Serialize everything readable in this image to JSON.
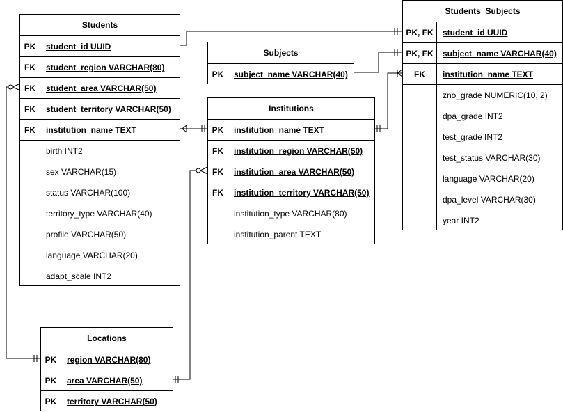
{
  "entities": {
    "students": {
      "title": "Students",
      "rows": [
        {
          "key": "PK",
          "field": "student_id UUID"
        },
        {
          "key": "FK",
          "field": "student_region VARCHAR(80)"
        },
        {
          "key": "FK",
          "field": "student_area VARCHAR(50)"
        },
        {
          "key": "FK",
          "field": "student_territory VARCHAR(50)"
        },
        {
          "key": "FK",
          "field": "institution_name TEXT"
        },
        {
          "key": "",
          "field": "birth INT2"
        },
        {
          "key": "",
          "field": "sex VARCHAR(15)"
        },
        {
          "key": "",
          "field": "status VARCHAR(100)"
        },
        {
          "key": "",
          "field": "territory_type VARCHAR(40)"
        },
        {
          "key": "",
          "field": "profile VARCHAR(50)"
        },
        {
          "key": "",
          "field": "language VARCHAR(20)"
        },
        {
          "key": "",
          "field": "adapt_scale INT2"
        }
      ]
    },
    "subjects": {
      "title": "Subjects",
      "rows": [
        {
          "key": "PK",
          "field": "subject_name VARCHAR(40)"
        }
      ]
    },
    "institutions": {
      "title": "Institutions",
      "rows": [
        {
          "key": "PK",
          "field": "institution_name TEXT"
        },
        {
          "key": "FK",
          "field": "institution_region VARCHAR(50)"
        },
        {
          "key": "FK",
          "field": "institution_area VARCHAR(50)"
        },
        {
          "key": "FK",
          "field": "institution_territory VARCHAR(50)"
        },
        {
          "key": "",
          "field": "institution_type VARCHAR(80)"
        },
        {
          "key": "",
          "field": "institution_parent TEXT"
        }
      ]
    },
    "students_subjects": {
      "title": "Students_Subjects",
      "rows": [
        {
          "key": "PK, FK",
          "field": "student_id UUID"
        },
        {
          "key": "PK, FK",
          "field": "subject_name VARCHAR(40)"
        },
        {
          "key": "FK",
          "field": "institution_name TEXT"
        },
        {
          "key": "",
          "field": "zno_grade NUMERIC(10, 2)"
        },
        {
          "key": "",
          "field": "dpa_grade INT2"
        },
        {
          "key": "",
          "field": "test_grade INT2"
        },
        {
          "key": "",
          "field": "test_status VARCHAR(30)"
        },
        {
          "key": "",
          "field": "language VARCHAR(20)"
        },
        {
          "key": "",
          "field": "dpa_level VARCHAR(30)"
        },
        {
          "key": "",
          "field": "year INT2"
        }
      ]
    },
    "locations": {
      "title": "Locations",
      "rows": [
        {
          "key": "PK",
          "field": "region VARCHAR(80)"
        },
        {
          "key": "PK",
          "field": "area VARCHAR(50)"
        },
        {
          "key": "PK",
          "field": "territory VARCHAR(50)"
        }
      ]
    }
  },
  "relationships": [
    {
      "from": "students.student_id",
      "to": "students_subjects.student_id",
      "notation": "one-to-one"
    },
    {
      "from": "subjects.subject_name",
      "to": "students_subjects.subject_name",
      "notation": "one-to-one"
    },
    {
      "from": "institutions.institution_name",
      "to": "students.institution_name",
      "notation": "one-to-many"
    },
    {
      "from": "institutions.institution_name",
      "to": "students_subjects.institution_name",
      "notation": "one-to-many"
    },
    {
      "from": "locations.region",
      "to": "students.student_area",
      "notation": "one-to-zero-or-many"
    },
    {
      "from": "locations.area",
      "to": "institutions.institution_area",
      "notation": "one-to-zero-or-many"
    }
  ]
}
